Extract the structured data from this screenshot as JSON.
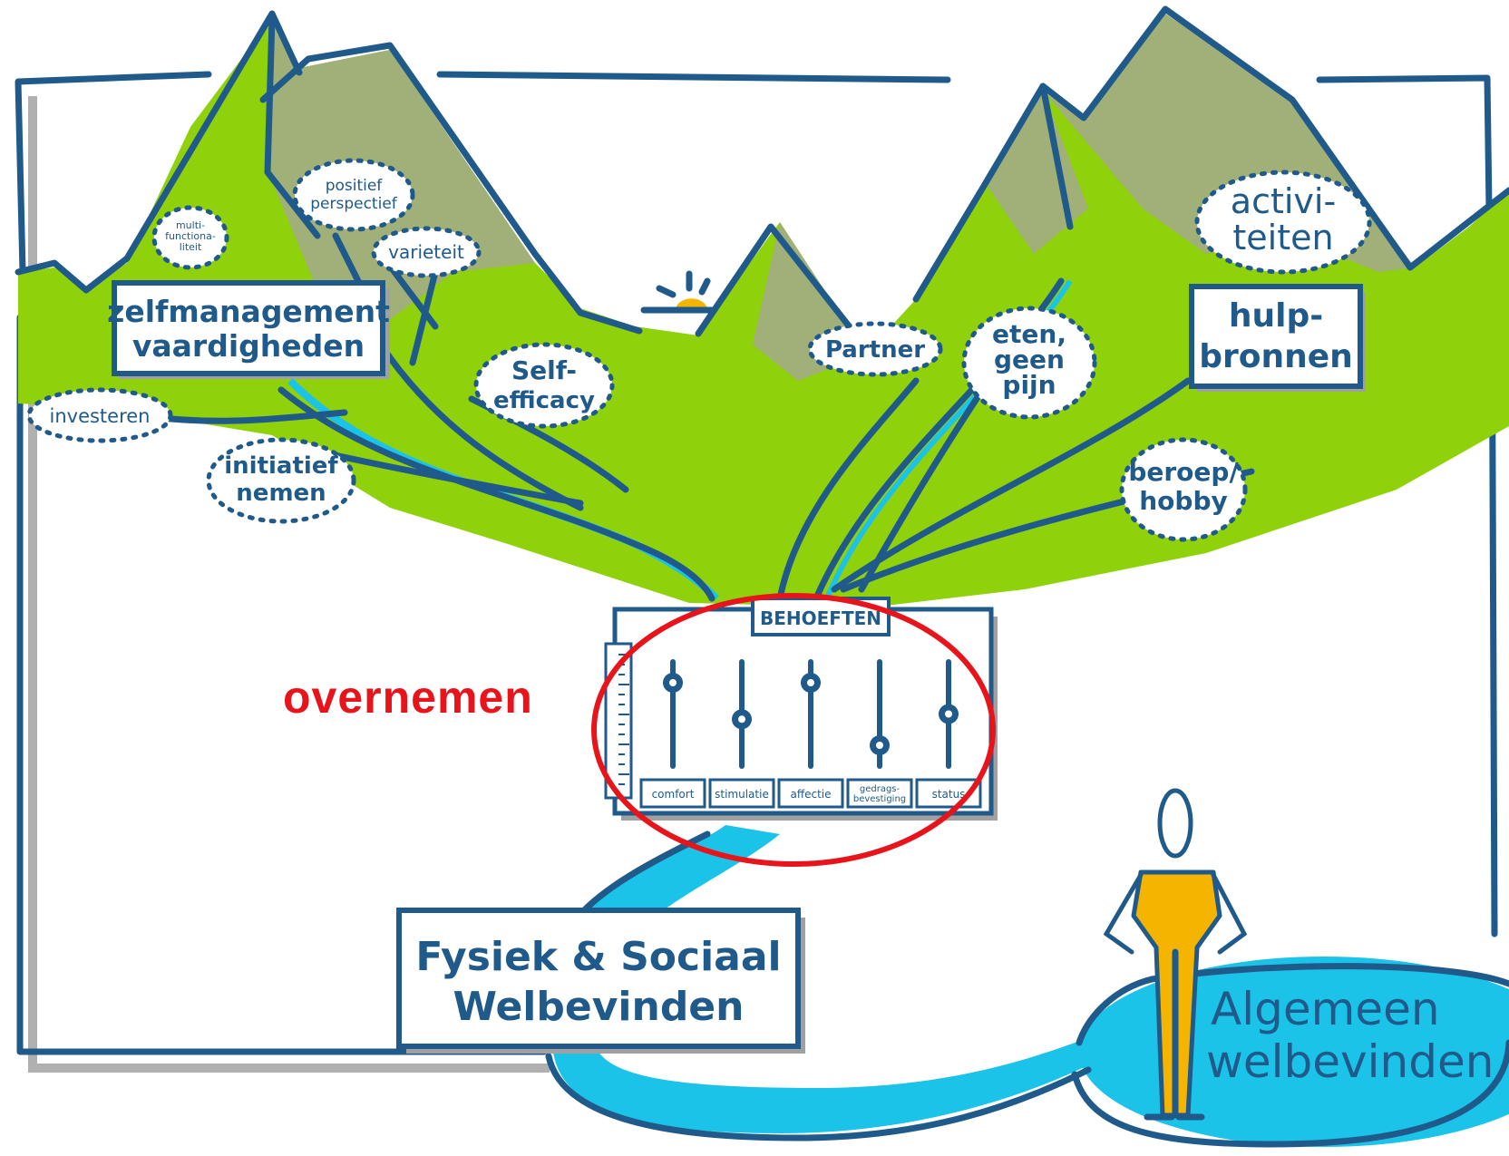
{
  "colors": {
    "ink": "#1f5a8a",
    "grass": "#8fd10b",
    "rock": "#a0b078",
    "water": "#1cc3e8",
    "person": "#f5b400",
    "highlight": "#e8141b"
  },
  "labels": {
    "zelfmanagement": [
      "zelfmanagement",
      "vaardigheden"
    ],
    "hulpbronnen": [
      "hulp-",
      "bronnen"
    ],
    "fysiek": [
      "Fysiek & Sociaal",
      "Welbevinden"
    ],
    "algemeen": [
      "Algemeen",
      "welbevinden"
    ],
    "behoeften": "BEHOEFTEN",
    "overnemen": "overnemen"
  },
  "bubbles": {
    "multi": [
      "multi-",
      "functiona-",
      "liteit"
    ],
    "positief": [
      "positief",
      "perspectief"
    ],
    "varieteit": "varieteit",
    "investeren": "investeren",
    "initiatief": [
      "initiatief",
      "nemen"
    ],
    "self": [
      "Self-",
      "efficacy"
    ],
    "partner": "Partner",
    "eten": [
      "eten,",
      "geen",
      "pijn"
    ],
    "activiteiten": [
      "activi-",
      "teiten"
    ],
    "beroep": [
      "beroep/",
      "hobby"
    ]
  },
  "needs": [
    {
      "label": "comfort",
      "level": 0.8
    },
    {
      "label": "stimulatie",
      "level": 0.45
    },
    {
      "label": "affectie",
      "level": 0.8
    },
    {
      "label": "gedrags-\nbevestiging",
      "level": 0.2
    },
    {
      "label": "status",
      "level": 0.5
    }
  ]
}
